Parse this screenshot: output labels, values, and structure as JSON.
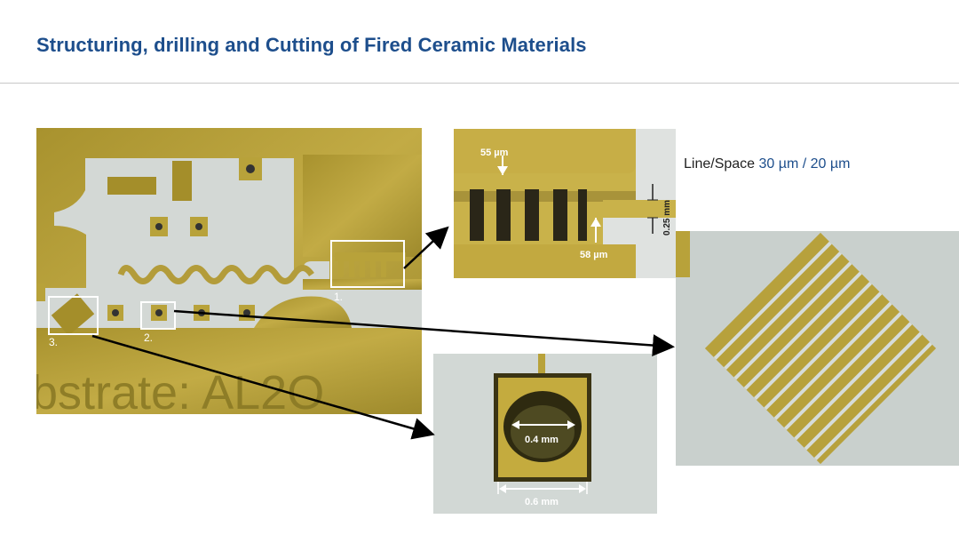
{
  "slide": {
    "title": "Structuring, drilling and Cutting of Fired Ceramic Materials",
    "line_space_label": "Line/Space",
    "line_space_value": "30 µm / 20 µm"
  },
  "overview": {
    "substrate_text": "bstrate:  AL2O",
    "callouts": [
      "1.",
      "2.",
      "3."
    ]
  },
  "detail_1": {
    "dim_top": "55 µm",
    "dim_bottom": "58 µm",
    "dim_side": "0.25 mm"
  },
  "detail_2": {
    "dim_hole": "0.4 mm",
    "dim_pad": "0.6 mm"
  },
  "colors": {
    "title": "#1d4e8c",
    "gold": "#b8a23a",
    "ceramic": "#d5dad8"
  }
}
